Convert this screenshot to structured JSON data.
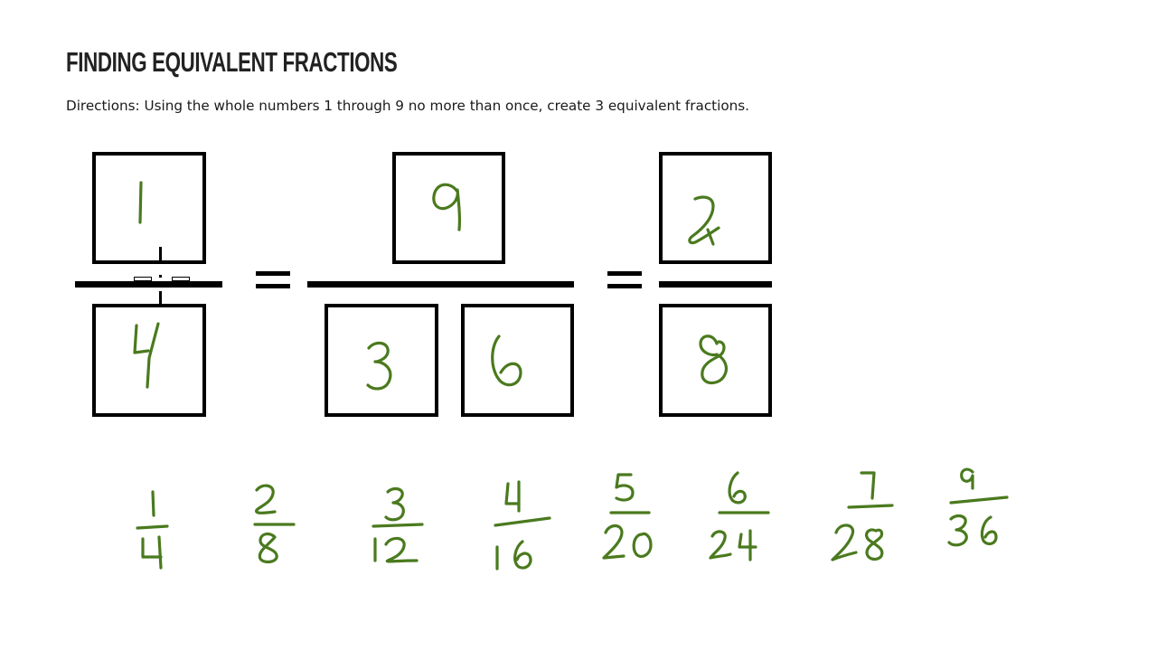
{
  "header": {
    "title": "Finding Equivalent Fractions",
    "directions": "Directions: Using the whole numbers 1 through 9 no more than once, create 3 equivalent fractions."
  },
  "puzzle": {
    "fraction_1": {
      "numerator": "1",
      "denominator": "4"
    },
    "equals_1": "=",
    "fraction_2": {
      "numerator": "9",
      "denominator_tens": "3",
      "denominator_ones": "6"
    },
    "equals_2": "=",
    "fraction_3": {
      "numerator": "2",
      "denominator": "8"
    }
  },
  "ink_color": "#4a7a1e",
  "work_list": [
    {
      "numerator": "1",
      "denominator": "4"
    },
    {
      "numerator": "2",
      "denominator": "8"
    },
    {
      "numerator": "3",
      "denominator": "12"
    },
    {
      "numerator": "4",
      "denominator": "16"
    },
    {
      "numerator": "5",
      "denominator": "20"
    },
    {
      "numerator": "6",
      "denominator": "24"
    },
    {
      "numerator": "7",
      "denominator": "28"
    },
    {
      "numerator": "9",
      "denominator": "36"
    }
  ]
}
